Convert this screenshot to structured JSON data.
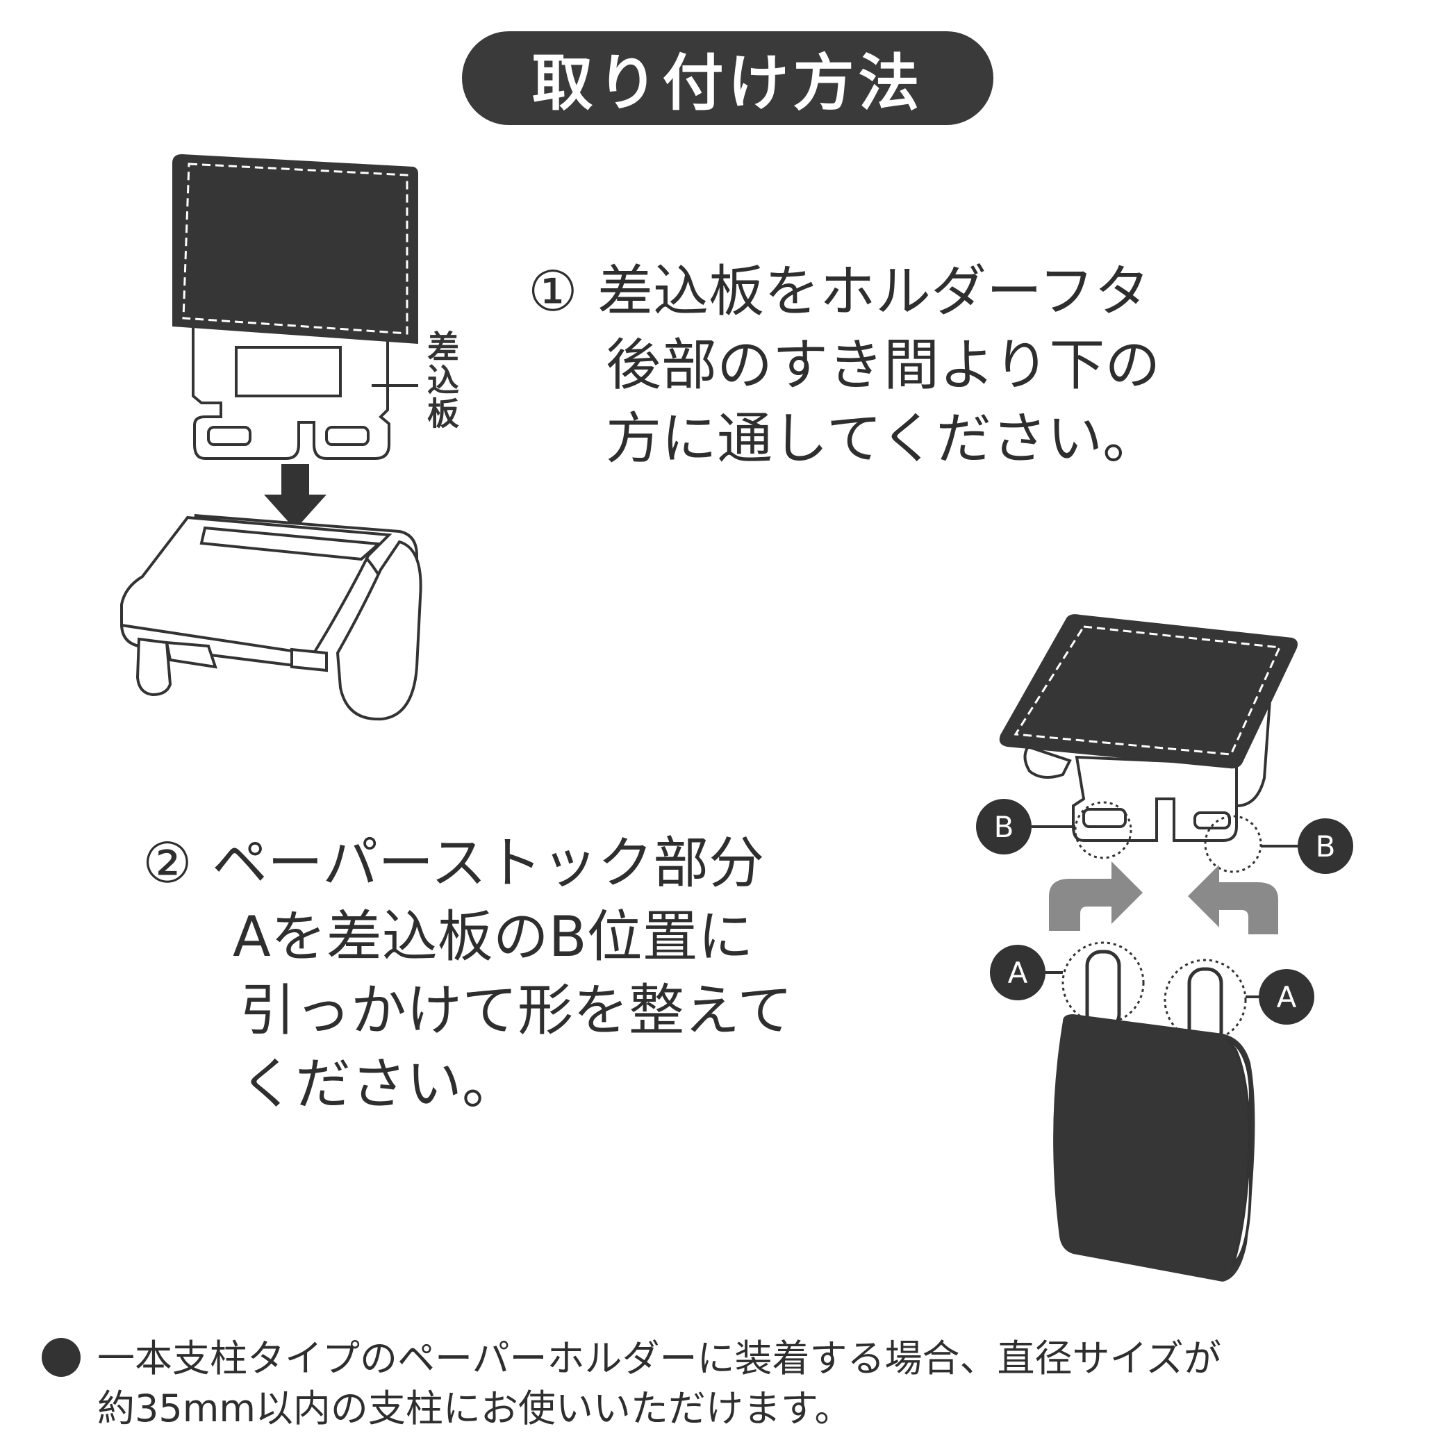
{
  "title": "取り付け方法",
  "step1": {
    "number": "①",
    "lines": [
      "差込板をホルダーフタ",
      "後部のすき間より下の",
      "方に通してください。"
    ]
  },
  "insert_plate_label": "差込板",
  "step2": {
    "number": "②",
    "lines": [
      "ペーパーストック部分",
      "Aを差込板のB位置に",
      "引っかけて形を整えて",
      "ください。"
    ]
  },
  "markers": {
    "a": "A",
    "b": "B"
  },
  "note": {
    "line1": "一本支柱タイプのペーパーホルダーに装着する場合、直径サイズが",
    "line2": "約35mm以内の支柱にお使いいただけます。"
  },
  "colors": {
    "dark": "#333333",
    "gray_arrow": "#888888",
    "background": "#ffffff"
  }
}
